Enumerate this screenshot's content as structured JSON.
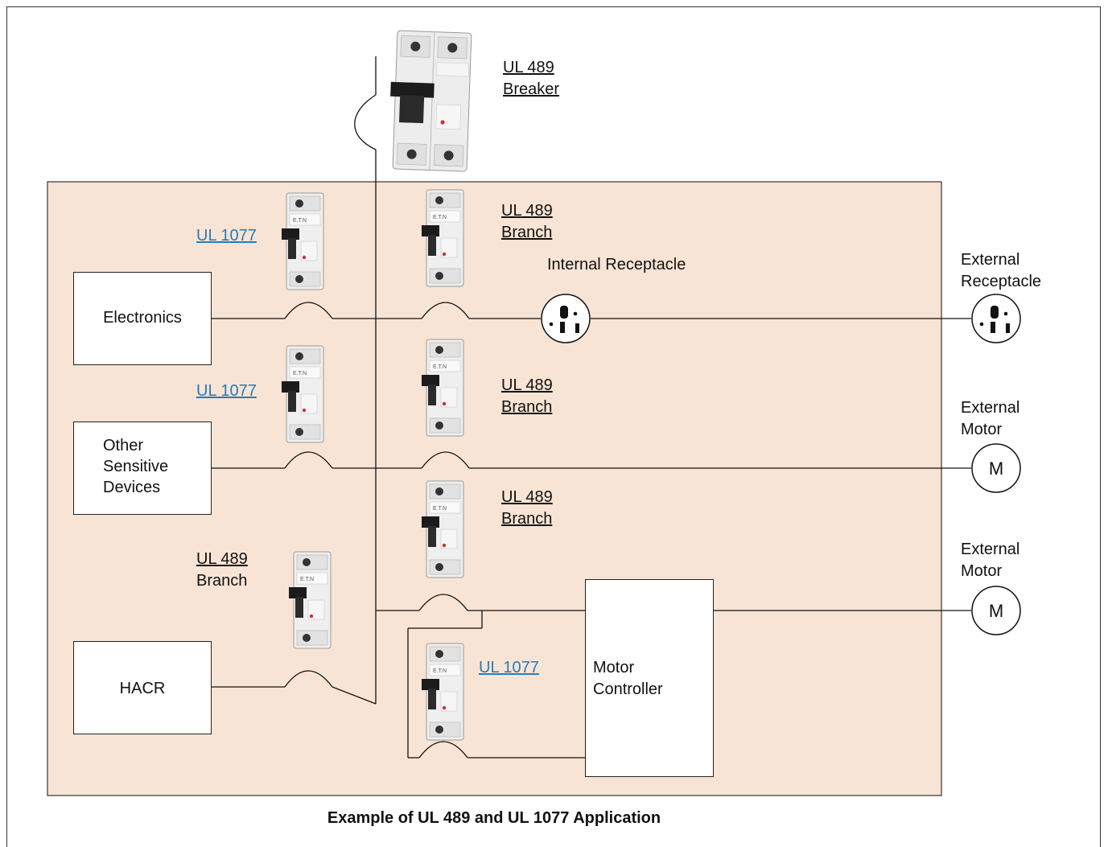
{
  "title": "Example of UL 489 and UL 1077 Application",
  "main_breaker": {
    "line1": "UL 489",
    "line2": "Breaker"
  },
  "branch_labels": [
    {
      "line1": "UL 489",
      "line2": "Branch"
    },
    {
      "line1": "UL 489",
      "line2": "Branch"
    },
    {
      "line1": "UL 489",
      "line2": "Branch"
    },
    {
      "line1": "UL 489",
      "line2": "Branch"
    }
  ],
  "supplementary_labels": [
    "UL 1077",
    "UL 1077",
    "UL 1077"
  ],
  "loads": {
    "electronics": "Electronics",
    "other_sensitive": {
      "line1": "Other",
      "line2": "Sensitive",
      "line3": "Devices"
    },
    "hacr": "HACR",
    "motor_controller": {
      "line1": "Motor",
      "line2": "Controller"
    }
  },
  "internal_receptacle": "Internal Receptacle",
  "external_receptacle": {
    "line1": "External",
    "line2": "Receptacle"
  },
  "external_motor_1": {
    "line1": "External",
    "line2": "Motor",
    "symbol": "M"
  },
  "external_motor_2": {
    "line1": "External",
    "line2": "Motor",
    "symbol": "M"
  },
  "colors": {
    "panel_fill": "#f8e4d4",
    "link": "#2a7ab5",
    "line": "#111111"
  }
}
